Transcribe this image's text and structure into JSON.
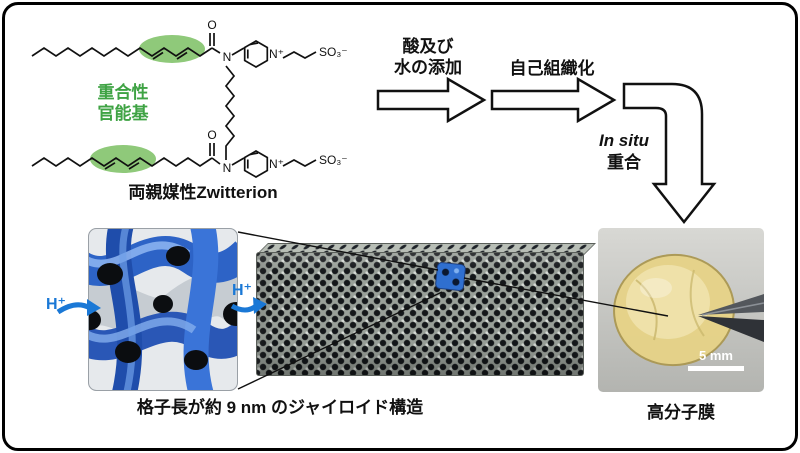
{
  "labels": {
    "functional_group_1": "重合性",
    "functional_group_2": "官能基",
    "zwitterion_name": "両親媒性Zwitterion"
  },
  "chem": {
    "o": "O",
    "n": "N",
    "n_plus": "N⁺",
    "sulfonate": "SO₃⁻"
  },
  "process": {
    "step1_line1": "酸及び",
    "step1_line2": "水の添加",
    "step2": "自己組織化",
    "step3_italic": "In situ",
    "step3_text": "重合"
  },
  "bottom": {
    "h_plus": "H⁺",
    "gyroid_caption": "格子長が約 9 nm のジャイロイド構造",
    "membrane_caption": "高分子膜"
  },
  "photo": {
    "scale_label": "5 mm"
  },
  "colors": {
    "highlight_green": "#8fc97a",
    "text_green": "#3fa344",
    "gyroid_blue": "#2d63c6",
    "proton_blue": "#1a78d6",
    "membrane_yellow": "#e7d387"
  }
}
